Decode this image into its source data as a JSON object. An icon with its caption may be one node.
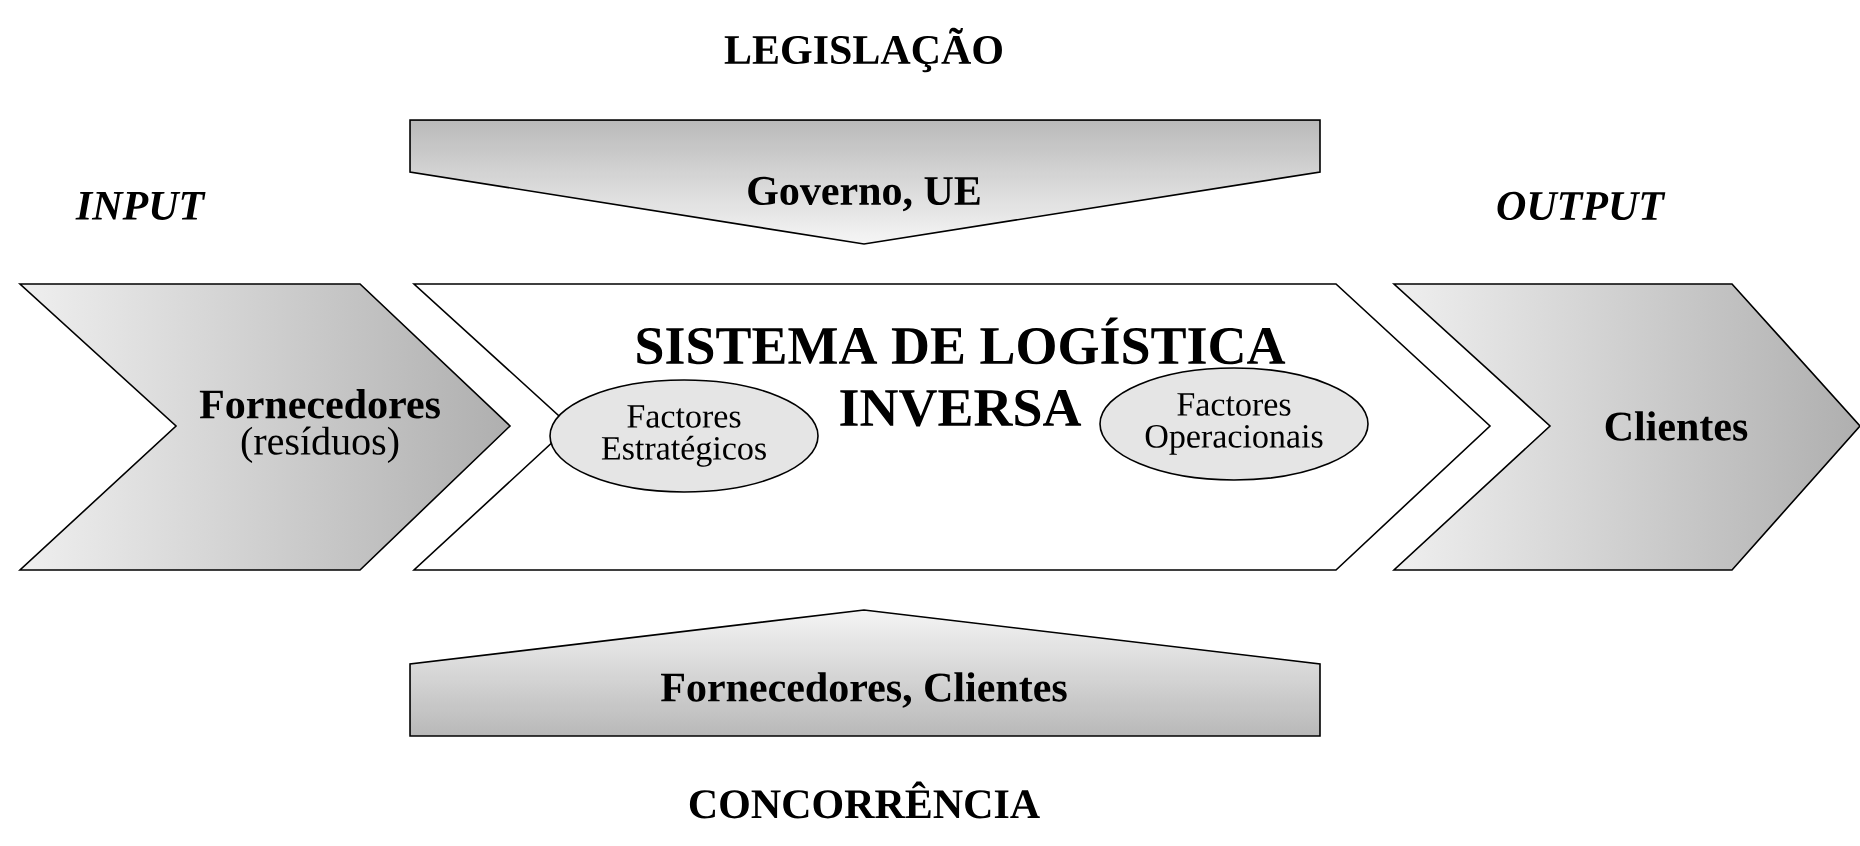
{
  "diagram": {
    "nodes": [
      {
        "text": [
          "Fornecedores",
          "(resíduos)"
        ],
        "beside": [
          "INPUT"
        ]
      },
      {
        "text": [
          "SISTEMA DE LOGÍSTICA INVERSA"
        ]
      },
      {
        "text": [
          "Factores Estratégicos"
        ],
        "in": 1
      },
      {
        "text": [
          "Factores Operacionais"
        ],
        "in": 1
      },
      {
        "text": [
          "Clientes"
        ],
        "beside": [
          "OUTPUT"
        ]
      },
      {
        "text": [
          "Governo, UE"
        ],
        "beside": [
          "LEGISLAÇÃO"
        ]
      },
      {
        "text": [
          "Fornecedores, Clientes"
        ],
        "beside": [
          "CONCORRÊNCIA"
        ]
      }
    ]
  }
}
